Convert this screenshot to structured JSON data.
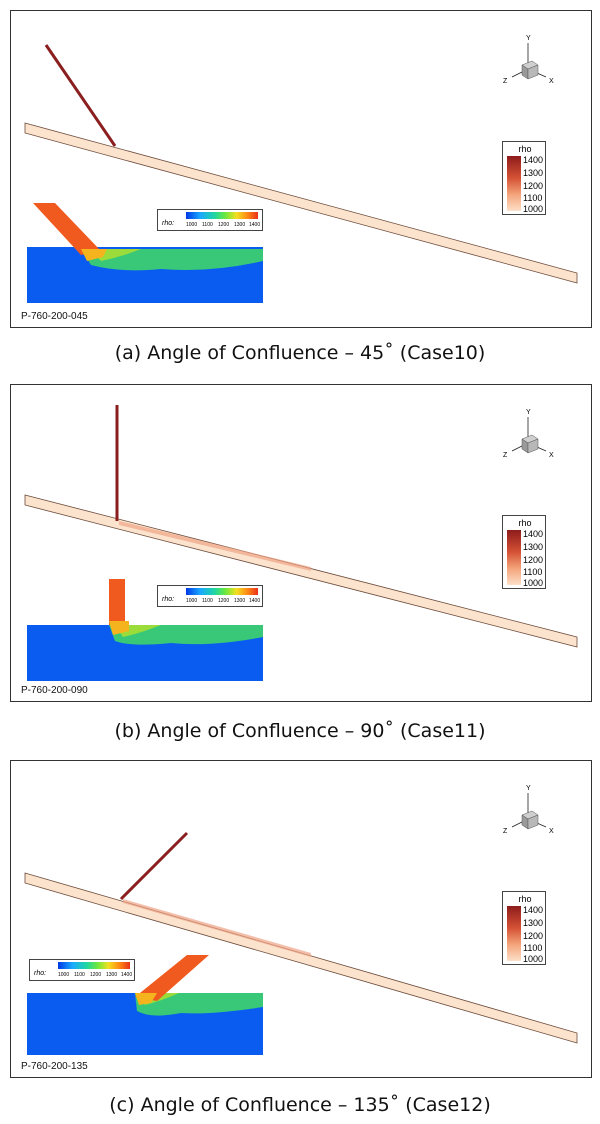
{
  "panels": [
    {
      "label": "P-760-200-045",
      "caption": "(a) Angle of Confluence – 45˚ (Case10)",
      "legend_title": "rho",
      "legend_ticks": [
        "1400",
        "1300",
        "1200",
        "1100",
        "1000"
      ],
      "inset_legend_name": "rho:",
      "inset_legend_ticks": [
        "1000",
        "1100",
        "1200",
        "1300",
        "1400"
      ]
    },
    {
      "label": "P-760-200-090",
      "caption": "(b) Angle of Confluence – 90˚ (Case11)",
      "legend_title": "rho",
      "legend_ticks": [
        "1400",
        "1300",
        "1200",
        "1100",
        "1000"
      ],
      "inset_legend_name": "rho:",
      "inset_legend_ticks": [
        "1000",
        "1100",
        "1200",
        "1300",
        "1400"
      ]
    },
    {
      "label": "P-760-200-135",
      "caption": "(c) Angle of Confluence – 135˚ (Case12)",
      "legend_title": "rho",
      "legend_ticks": [
        "1400",
        "1300",
        "1200",
        "1100",
        "1000"
      ],
      "inset_legend_name": "rho:",
      "inset_legend_ticks": [
        "1000",
        "1100",
        "1200",
        "1300",
        "1400"
      ]
    }
  ],
  "axes_labels": {
    "x": "X",
    "y": "Y",
    "z": "Z"
  },
  "colors": {
    "pipe_fill": "#fbe3cd",
    "branch": "#8b1f1f",
    "low_density": "#0a5cf0",
    "high_density": "#f05a1e"
  }
}
